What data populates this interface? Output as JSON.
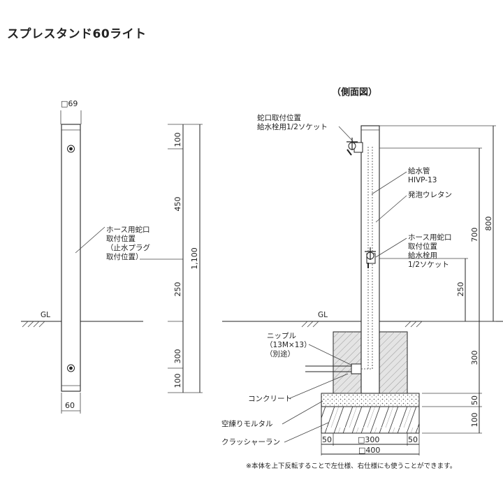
{
  "title": "スプレスタンド60ライト",
  "front": {
    "top_size": "□69",
    "bottom_size": "60",
    "ground": "GL",
    "faucet_label": [
      "ホース用蛇口",
      "取付位置",
      "（止水プラグ",
      "取付位置）"
    ],
    "dims": {
      "d1": "100",
      "d2": "450",
      "d3": "250",
      "d4": "300",
      "d5": "100",
      "total": "1,100"
    }
  },
  "side": {
    "heading": "（側面図）",
    "ground": "GL",
    "top_faucet_label": [
      "蛇口取付位置",
      "給水栓用1/2ソケット"
    ],
    "pipe_label": [
      "給水管",
      "HIVP-13"
    ],
    "foam_label": "発泡ウレタン",
    "hose_label": [
      "ホース用蛇口",
      "取付位置",
      "給水栓用",
      "1/2ソケット"
    ],
    "nipple_label": [
      "ニップル",
      "（13M×13）",
      "（別途）"
    ],
    "concrete": "コンクリート",
    "mortar": "空練りモルタル",
    "crusher": "クラッシャーラン",
    "dims_right": {
      "d250": "250",
      "d700": "700",
      "d800": "800",
      "d300": "300",
      "d50": "50",
      "d100": "100"
    },
    "dims_bottom": {
      "left": "50",
      "mid": "□300",
      "right": "50",
      "total": "□400"
    }
  },
  "note": "※本体を上下反転することで左仕様、右仕様にも使うことができます。"
}
